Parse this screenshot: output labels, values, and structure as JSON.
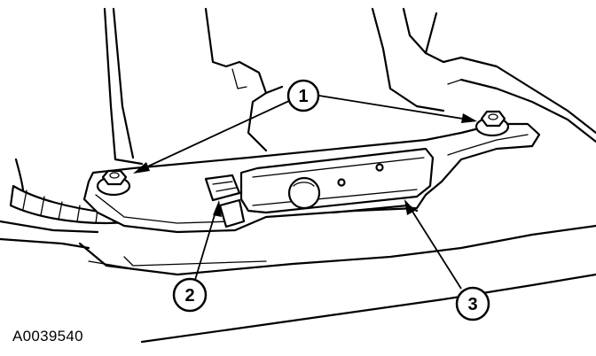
{
  "figure_id": "A0039540",
  "callouts": [
    {
      "label": "1"
    },
    {
      "label": "2"
    },
    {
      "label": "3"
    }
  ]
}
